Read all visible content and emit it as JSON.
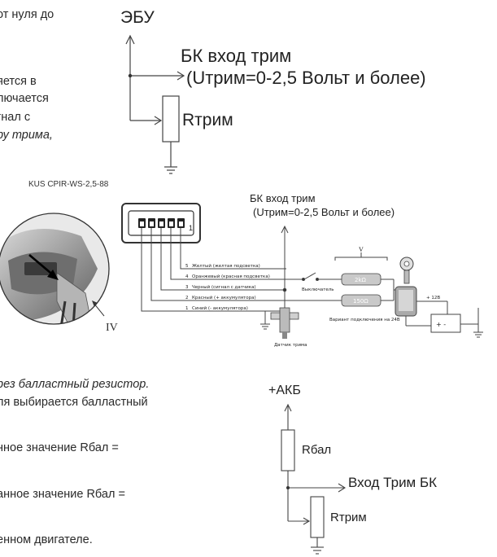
{
  "left_text_top": [
    "от нуля до",
    "яется в",
    "лючается",
    "гнал с",
    "ру трима,"
  ],
  "left_text_bottom": [
    "рез балластный резистор.",
    "ля выбирается балластный",
    "нное значение Rбал =",
    "анное значение Rбал =",
    "енном двигателе."
  ],
  "diagram_top": {
    "ecu_label": "ЭБУ",
    "bk_label": "БК вход трим",
    "voltage_label": "(Uтрим=0-2,5 Вольт и более)",
    "resistor_label": "Rтрим"
  },
  "wiring": {
    "connector_title": "KUS CPIR-WS-2,5-88",
    "bk_label": "БК вход трим",
    "voltage_label": "(Uтрим=0-2,5 Вольт и более)",
    "wires": [
      {
        "num": "5",
        "text": "Желтый (желтая подсветка)"
      },
      {
        "num": "4",
        "text": "Оранжевый (красная подсветка)"
      },
      {
        "num": "3",
        "text": "Черный (сигнал с датчика)"
      },
      {
        "num": "2",
        "text": "Красный (+ аккумулятора)"
      },
      {
        "num": "1",
        "text": "Синий (- аккумулятора)"
      }
    ],
    "switch_label": "Выключатель",
    "roman_v": "V",
    "resistor_1": "2kΩ",
    "resistor_2": "150Ω",
    "variant_label": "Вариант подключения на 24В",
    "plus12": "+ 12В",
    "sensor_label": "Датчик трима",
    "roman_iv": "IV",
    "pin_one": "1"
  },
  "diagram_bottom": {
    "akb_label": "+АКБ",
    "rbal_label": "Rбал",
    "input_label": "Вход Трим БК",
    "rtrim_label": "Rтрим"
  }
}
